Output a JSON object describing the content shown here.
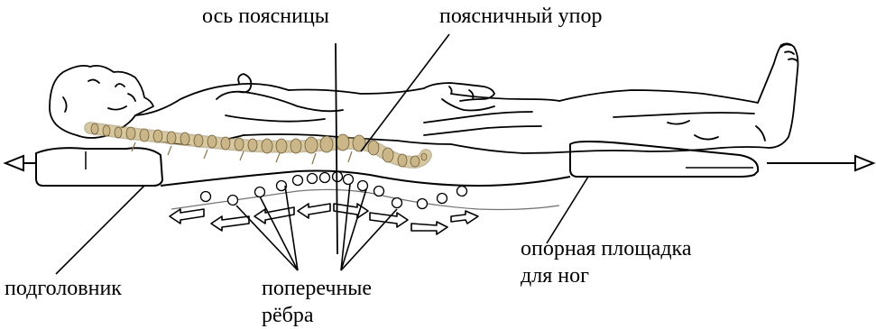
{
  "labels": {
    "waist_axis": "ось поясницы",
    "lumbar_support": "поясничный упор",
    "headrest": "подголовник",
    "transverse_ribs_line1": "поперечные",
    "transverse_ribs_line2": "рёбра",
    "foot_platform_line1": "опорная площадка",
    "foot_platform_line2": "для ног"
  },
  "colors": {
    "ink": "#000000",
    "spine": "#d9c9a0",
    "spine_shadow": "#9a8658",
    "arrow_fill": "#ffffff"
  }
}
